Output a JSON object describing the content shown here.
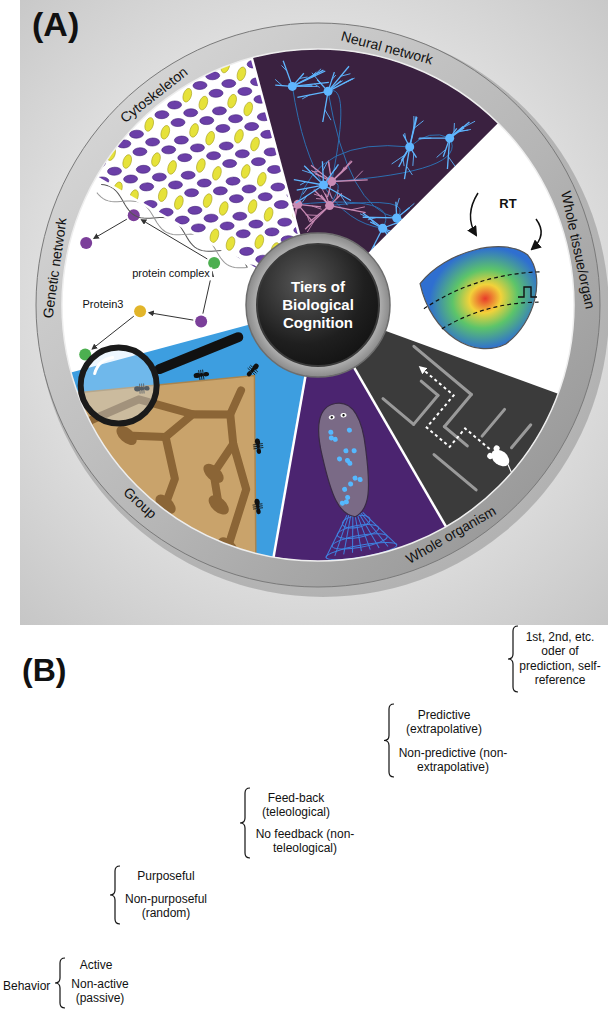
{
  "diagram": {
    "nodes": [
      {
        "text": [
          "(A)"
        ]
      },
      {
        "text": [
          "Tiers of Biological Cognition"
        ],
        "in": 0
      }
    ],
    "labels": [
      "Neural network",
      "Whole tissue/organ",
      "Whole organism",
      "Group",
      "Genetic network",
      "Cytoskeleton",
      "RT",
      "protein complex",
      "Protein3",
      "(B)",
      "Behavior",
      "Active",
      "Non-active (passive)",
      "Purposeful",
      "Non-purposeful (random)",
      "Feed-back (teleological)",
      "No feedback (non-teleological)",
      "Predictive (extrapolative)",
      "Non-predictive (non-extrapolative)",
      "1st, 2nd, etc. oder of prediction, self-reference"
    ]
  }
}
